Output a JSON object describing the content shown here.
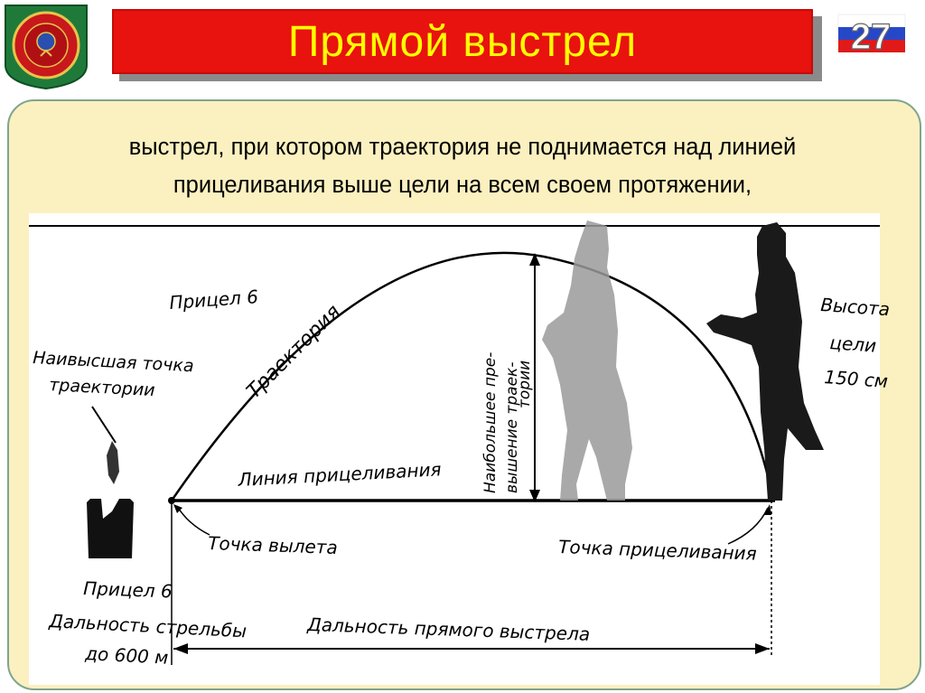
{
  "header": {
    "title": "Прямой выстрел",
    "badge_number": "27",
    "colors": {
      "title_bg": "#e8120e",
      "title_text": "#ffff00",
      "panel_bg": "#fbf0c0",
      "panel_border": "#7fa58c",
      "emblem_green": "#1f7a3a",
      "emblem_red": "#c8181c"
    }
  },
  "definition": {
    "line1": "выстрел, при котором траектория не поднимается над  линией",
    "line2": "прицеливания выше цели на всем своем протяжении,"
  },
  "diagram": {
    "sight_label": "Прицел 6",
    "highest_point_line1": "Наивысшая точка",
    "highest_point_line2": "траектории",
    "trajectory_label": "Траектория",
    "aiming_line_label": "Линия прицеливания",
    "max_excess_line1": "Наибольшее пре-",
    "max_excess_line2": "вышение траек-",
    "max_excess_line3": "тории",
    "target_height_line1": "Высота",
    "target_height_line2": "цели",
    "target_height_line3": "150 см",
    "departure_point_label": "Точка вылета",
    "aiming_point_label": "Точка прицеливания",
    "sight_label_bottom": "Прицел 6",
    "firing_range_line1": "Дальность стрельбы",
    "firing_range_line2": "до 600 м",
    "direct_shot_range_label": "Дальность прямого выстрела"
  }
}
